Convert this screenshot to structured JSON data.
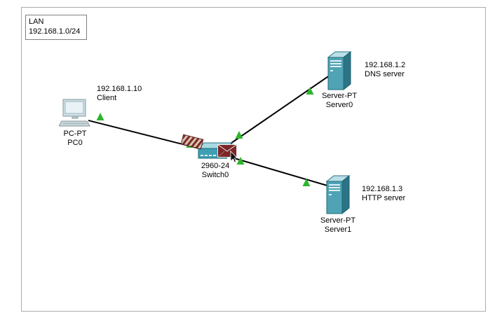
{
  "lan": {
    "title": "LAN",
    "subnet": "192.168.1.0/24"
  },
  "devices": {
    "pc0": {
      "model": "PC-PT",
      "name": "PC0",
      "ip_note": "192.168.1.10",
      "role_note": "Client"
    },
    "switch0": {
      "model": "2960-24",
      "name": "Switch0"
    },
    "server0": {
      "model": "Server-PT",
      "name": "Server0",
      "ip_note": "192.168.1.2",
      "role_note": "DNS server"
    },
    "server1": {
      "model": "Server-PT",
      "name": "Server1",
      "ip_note": "192.168.1.3",
      "role_note": "HTTP server"
    }
  },
  "links": [
    {
      "from": "PC0",
      "to": "Switch0"
    },
    {
      "from": "Switch0",
      "to": "Server0"
    },
    {
      "from": "Switch0",
      "to": "Server1"
    }
  ],
  "colors": {
    "link_line": "#000000",
    "status_up": "#2eb52e",
    "status_up_edge": "#157a15",
    "frame_border": "#adadad",
    "envelope_body": "#7c2727",
    "device_teal": "#3f9fb3"
  },
  "icons": {
    "pc": "desktop-pc-icon",
    "switch": "switch-icon",
    "server": "tower-server-icon",
    "envelope": "pdu-envelope-icon",
    "packet": "travelling-pdu-packet-icon",
    "triangle": "link-status-up-triangle"
  }
}
